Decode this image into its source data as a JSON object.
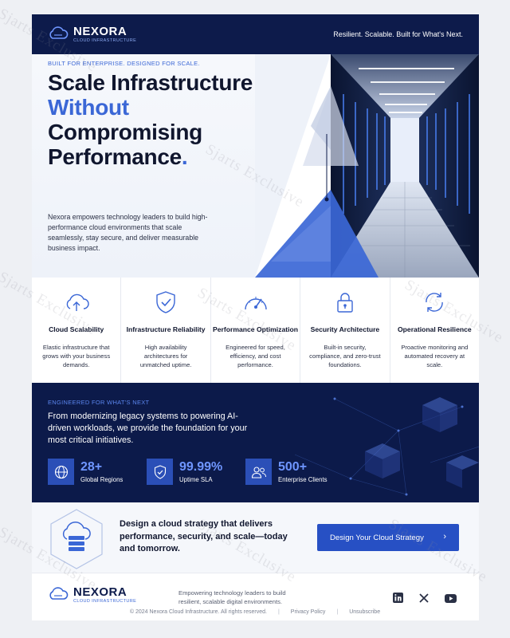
{
  "brand": {
    "name": "NEXORA",
    "sub": "CLOUD INFRASTRUCTURE"
  },
  "header": {
    "tagline": "Resilient. Scalable. Built for What's Next."
  },
  "hero": {
    "eyebrow": "BUILT FOR ENTERPRISE. DESIGNED FOR SCALE.",
    "title_line1": "Scale Infrastructure",
    "title_line2": "Without",
    "title_line3": "Compromising",
    "title_line4": "Performance",
    "title_dot": ".",
    "lead": "Nexora empowers technology leaders to build high-performance cloud environments that scale seamlessly, stay secure, and deliver measurable business impact."
  },
  "features": [
    {
      "icon": "cloud-upload-icon",
      "title": "Cloud Scalability",
      "desc": "Elastic infrastructure that grows with your business demands."
    },
    {
      "icon": "shield-check-icon",
      "title": "Infrastructure Reliability",
      "desc": "High availability architectures for unmatched uptime."
    },
    {
      "icon": "speedometer-icon",
      "title": "Performance Optimization",
      "desc": "Engineered for speed, efficiency, and cost performance."
    },
    {
      "icon": "lock-icon",
      "title": "Security Architecture",
      "desc": "Built-in security, compliance, and zero-trust foundations."
    },
    {
      "icon": "refresh-cycle-icon",
      "title": "Operational Resilience",
      "desc": "Proactive monitoring and automated recovery at scale."
    }
  ],
  "band": {
    "eyebrow": "ENGINEERED FOR WHAT'S NEXT",
    "text": "From modernizing legacy systems to powering AI-driven workloads, we provide the foundation for your most critical initiatives.",
    "stats": [
      {
        "icon": "globe-icon",
        "value": "28+",
        "label": "Global Regions"
      },
      {
        "icon": "shield-icon",
        "value": "99.99%",
        "label": "Uptime SLA"
      },
      {
        "icon": "users-icon",
        "value": "500+",
        "label": "Enterprise Clients"
      }
    ]
  },
  "cta": {
    "text": "Design a cloud strategy that delivers performance, security, and scale—today and tomorrow.",
    "button": "Design Your Cloud Strategy",
    "chevron": "›"
  },
  "footer": {
    "tagline": "Empowering technology leaders to build resilient, scalable digital environments.",
    "social": [
      "linkedin-icon",
      "x-icon",
      "youtube-icon"
    ],
    "copyright": "© 2024 Nexora Cloud Infrastructure. All rights reserved.",
    "privacy": "Privacy Policy",
    "unsubscribe": "Unsubscribe"
  },
  "watermark": "Sjarts Exclusive",
  "colors": {
    "navy": "#0d1b4b",
    "accent": "#3b67d6",
    "button": "#2750c4"
  }
}
